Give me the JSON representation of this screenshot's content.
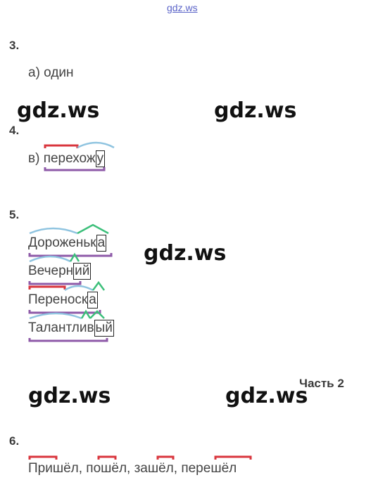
{
  "site_top": "gdz.ws",
  "watermark": "gdz.ws",
  "tasks": {
    "t3": {
      "number": "3.",
      "answer": "а) один"
    },
    "t4": {
      "number": "4.",
      "prefix": "в)",
      "stem": "перехож",
      "ending": "у"
    },
    "t5": {
      "number": "5.",
      "words": [
        {
          "stem": "Дороженьк",
          "ending": "а"
        },
        {
          "stem": "Вечерн",
          "ending": "ий"
        },
        {
          "stem": "Переноск",
          "ending": "а"
        },
        {
          "stem": "Талантлив",
          "ending": "ый"
        }
      ]
    },
    "part": "Часть 2",
    "t6": {
      "number": "6.",
      "answer": "Пришёл, пошёл, зашёл, перешёл"
    }
  },
  "colors": {
    "prefix_mark": "#d9363e",
    "root_mark": "#8fc4e0",
    "suffix_mark": "#3cbf7a",
    "stem_mark": "#8e5aa8"
  }
}
